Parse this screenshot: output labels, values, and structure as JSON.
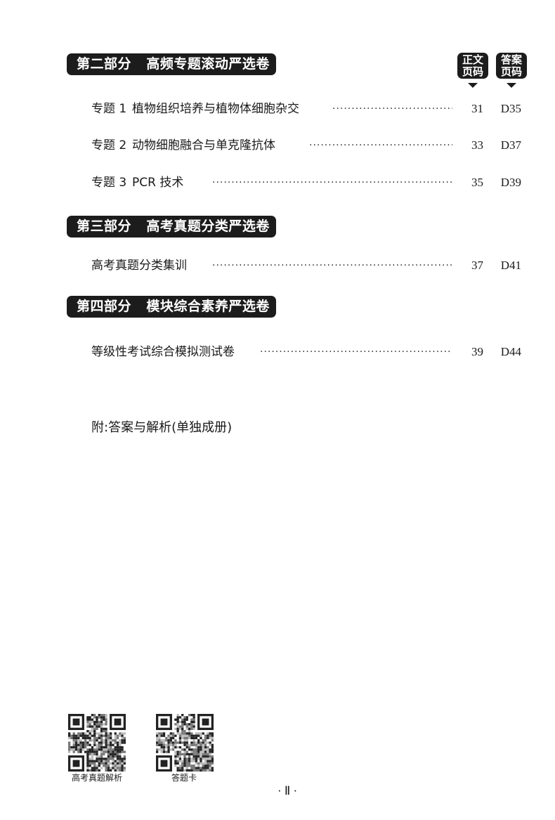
{
  "column_headers": {
    "body_page_l1": "正文",
    "body_page_l2": "页码",
    "answer_page_l1": "答案",
    "answer_page_l2": "页码"
  },
  "sections": [
    {
      "title": "第二部分   高频专题滚动严选卷",
      "items": [
        {
          "num": "专题 1",
          "title": "植物组织培养与植物体细胞杂交",
          "page": "31",
          "answer": "D35"
        },
        {
          "num": "专题 2",
          "title": "动物细胞融合与单克隆抗体",
          "page": "33",
          "answer": "D37"
        },
        {
          "num": "专题 3",
          "title": "PCR 技术",
          "page": "35",
          "answer": "D39"
        }
      ]
    },
    {
      "title": "第三部分   高考真题分类严选卷",
      "items": [
        {
          "num": "",
          "title": "高考真题分类集训",
          "page": "37",
          "answer": "D41"
        }
      ]
    },
    {
      "title": "第四部分   模块综合素养严选卷",
      "items": [
        {
          "num": "",
          "title": "等级性考试综合模拟测试卷",
          "page": "39",
          "answer": "D44"
        }
      ]
    }
  ],
  "appendix": "附:答案与解析(单独成册)",
  "qr_codes": [
    {
      "label": "高考真题解析"
    },
    {
      "label": "答题卡"
    }
  ],
  "page_number": "· Ⅱ ·",
  "dots": "·······························································································"
}
